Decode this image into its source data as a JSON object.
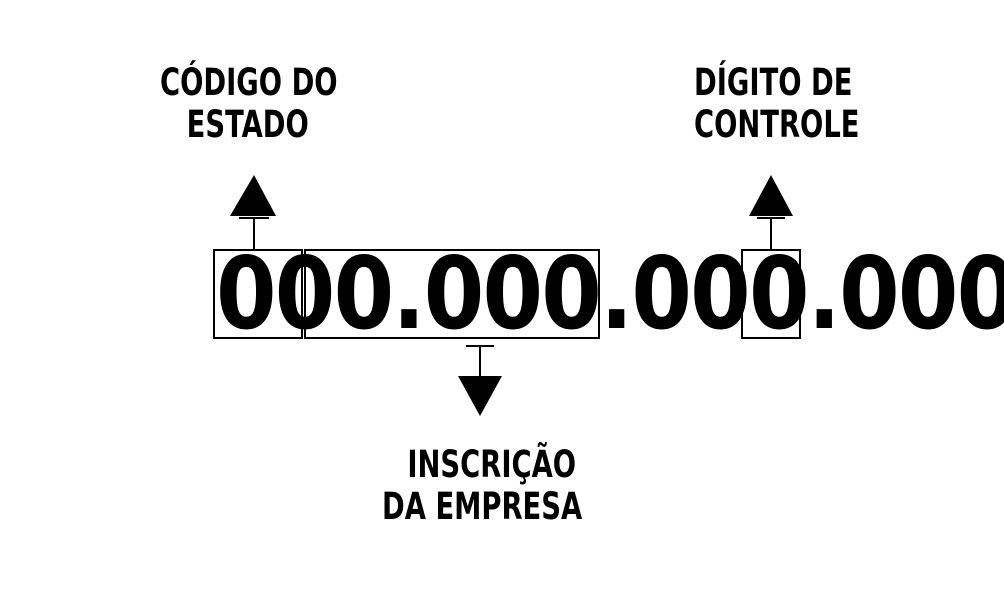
{
  "diagram": {
    "number": "000.000.000.000",
    "labels": {
      "state_code": {
        "line1": "CÓDIGO DO",
        "line2": "ESTADO"
      },
      "control_digit": {
        "line1": "DÍGITO DE",
        "line2": "CONTROLE"
      },
      "company_registration": {
        "line1": "INSCRIÇÃO",
        "line2": "DA EMPRESA"
      }
    }
  }
}
